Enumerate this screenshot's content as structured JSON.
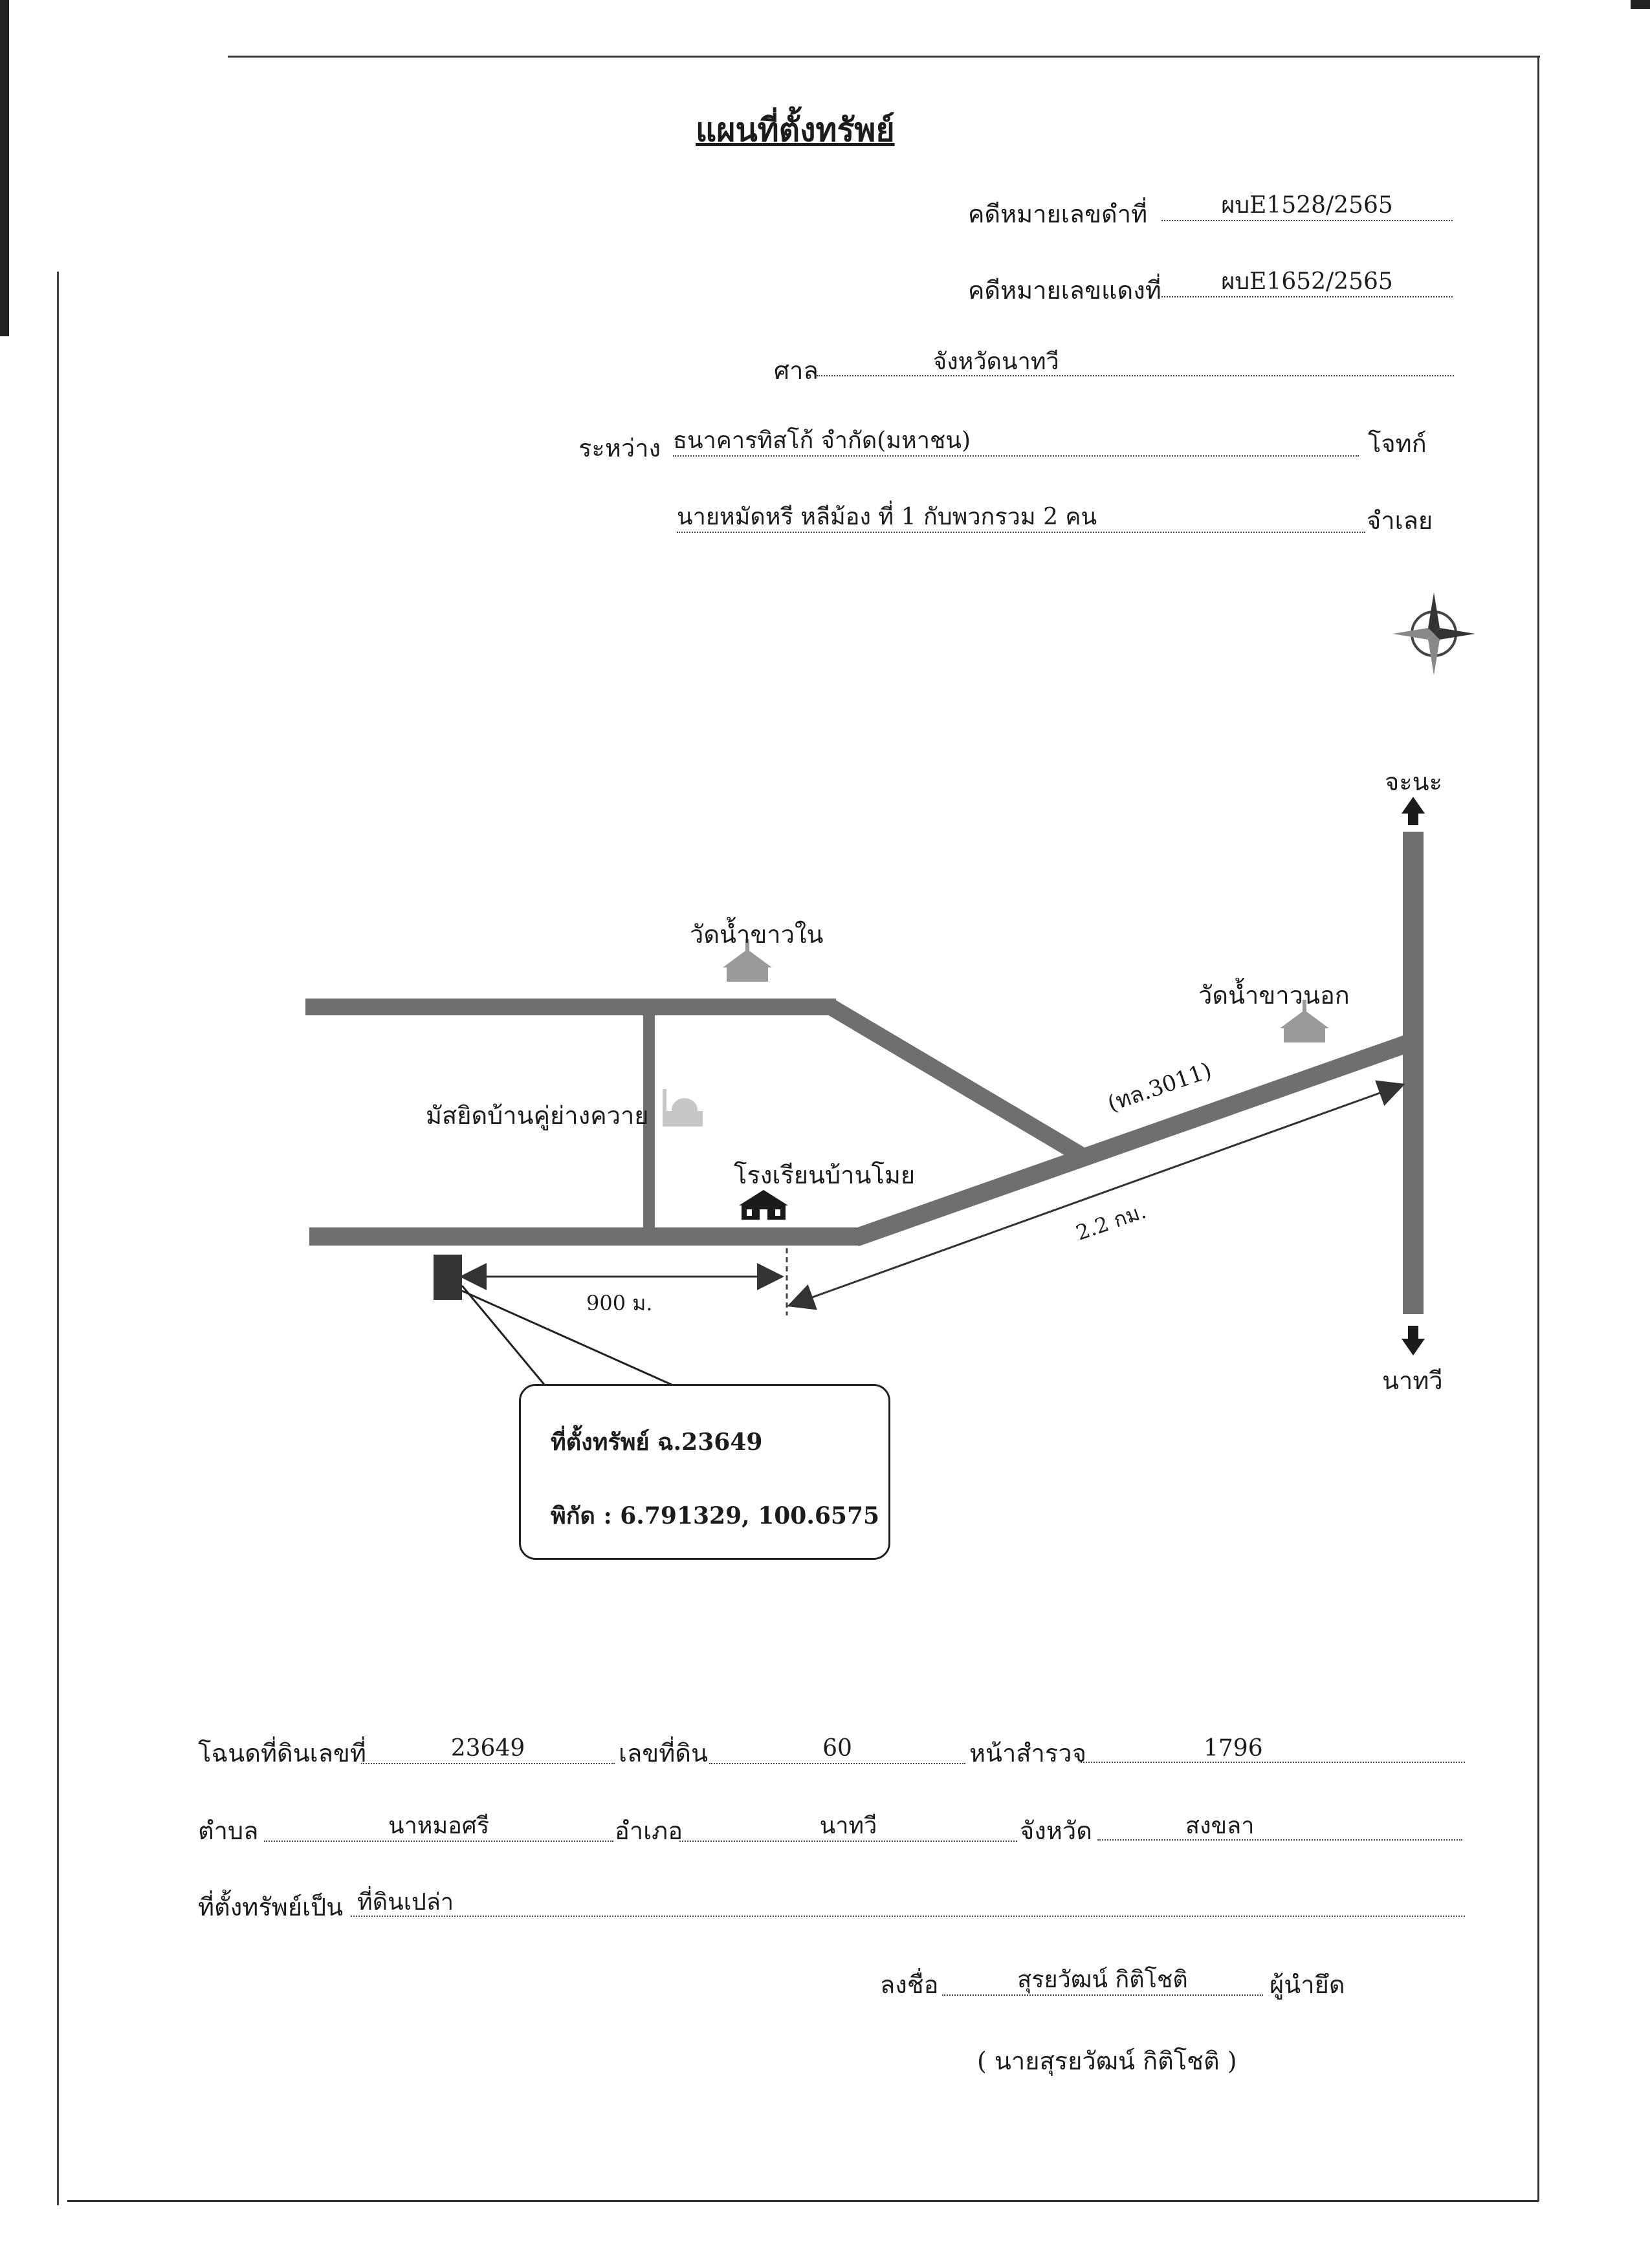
{
  "title": "แผนที่ตั้งทรัพย์",
  "header": {
    "black_case_label": "คดีหมายเลขดำที่",
    "black_case_value": "ผบE1528/2565",
    "red_case_label": "คดีหมายเลขแดงที่",
    "red_case_value": "ผบE1652/2565",
    "court_label": "ศาล",
    "court_value": "จังหวัดนาทวี",
    "between_label": "ระหว่าง",
    "plaintiff_value": "ธนาคารทิสโก้ จำกัด(มหาชน)",
    "plaintiff_role": "โจทก์",
    "defendant_value": "นายหมัดหรี หลีม้อง ที่ 1 กับพวกรวม 2 คน",
    "defendant_role": "จำเลย"
  },
  "map": {
    "label_chana": "จะนะ",
    "label_nathawi": "นาทวี",
    "label_wat_inner": "วัดน้ำขาวใน",
    "label_wat_outer": "วัดน้ำขาวนอก",
    "label_mosque": "มัสยิดบ้านคู่ย่างควาย",
    "label_school": "โรงเรียนบ้านโมย",
    "label_highway": "(ทล.3011)",
    "label_distance_km": "2.2 กม.",
    "label_distance_m": "900 ม.",
    "callout_line1": "ที่ตั้งทรัพย์ ฉ.23649",
    "callout_line2": "พิกัด : 6.791329, 100.6575",
    "colors": {
      "road": "#6f6f6f",
      "arrow": "#1a1a1a",
      "parcel": "#333333"
    }
  },
  "details": {
    "deed_label": "โฉนดที่ดินเลขที่",
    "deed_value": "23649",
    "land_no_label": "เลขที่ดิน",
    "land_no_value": "60",
    "survey_label": "หน้าสำรวจ",
    "survey_value": "1796",
    "subdistrict_label": "ตำบล",
    "subdistrict_value": "นาหมอศรี",
    "district_label": "อำเภอ",
    "district_value": "นาทวี",
    "province_label": "จังหวัด",
    "province_value": "สงขลา",
    "type_label": "ที่ตั้งทรัพย์เป็น",
    "type_value": "ที่ดินเปล่า",
    "sign_label": "ลงชื่อ",
    "sign_value": "สุรยวัฒน์ กิติโชติ",
    "sign_role": "ผู้นำยึด",
    "sign_fullname": "( นายสุรยวัฒน์ กิติโชติ )"
  }
}
